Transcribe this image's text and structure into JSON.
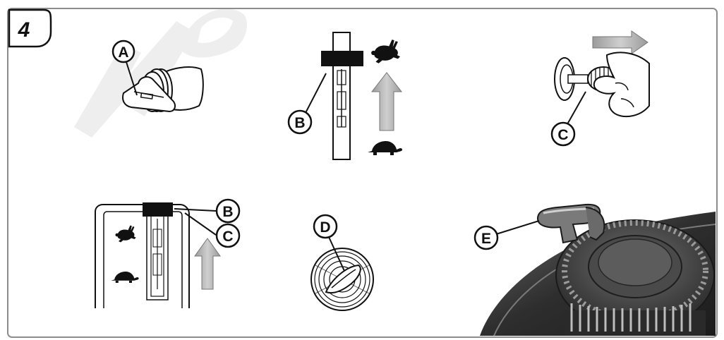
{
  "figure": {
    "number": "4",
    "watermark": "NO"
  },
  "callouts": {
    "A": "A",
    "B": "B",
    "C": "C",
    "D": "D",
    "E": "E"
  },
  "icons": {
    "fast": "rabbit-icon",
    "slow": "turtle-icon",
    "direction": "arrow-icon"
  },
  "colors": {
    "outline": "#111111",
    "arrow_fill": "#b9b9b9",
    "frame": "#8a8a8a",
    "watermark": "#d4d4d4",
    "engine_dark": "#2d2d2d",
    "engine_mid": "#5b5b5b"
  }
}
